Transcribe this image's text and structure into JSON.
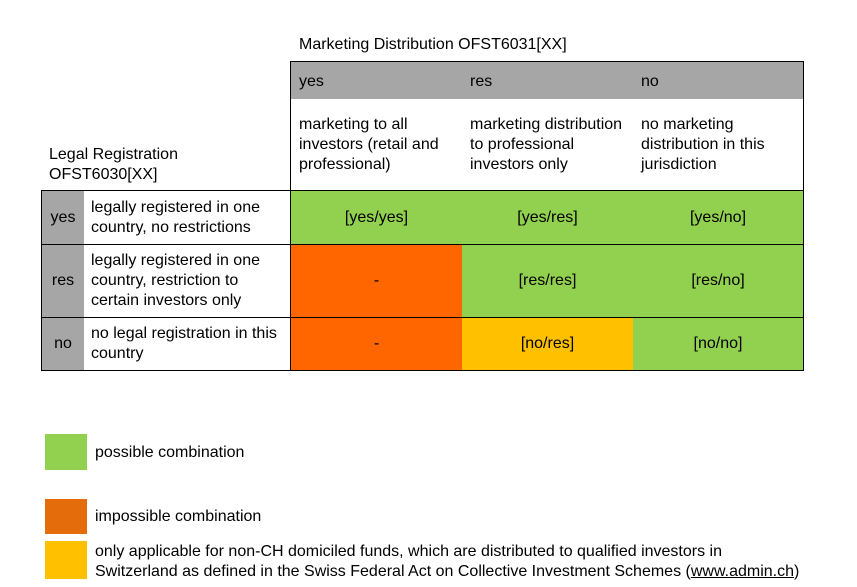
{
  "colors": {
    "header_gray": "#a6a6a6",
    "possible": "#92d050",
    "impossible": "#ff6600",
    "legend_impossible": "#e46c0a",
    "only_applicable": "#ffc000"
  },
  "marketing": {
    "title": "Marketing Distribution OFST6031[XX]",
    "columns": [
      {
        "code": "yes",
        "description": "marketing to all investors (retail and professional)"
      },
      {
        "code": "res",
        "description": "marketing distribution to professional investors only"
      },
      {
        "code": "no",
        "description": "no marketing distribution in this jurisdiction"
      }
    ]
  },
  "legal": {
    "title": "Legal Registration OFST6030[XX]",
    "rows": [
      {
        "code": "yes",
        "description": "legally registered in one country, no restrictions"
      },
      {
        "code": "res",
        "description": "legally registered in one country, restriction to certain investors only"
      },
      {
        "code": "no",
        "description": "no legal registration in this country"
      }
    ]
  },
  "matrix": [
    [
      {
        "value": "[yes/yes]",
        "status": "possible"
      },
      {
        "value": "[yes/res]",
        "status": "possible"
      },
      {
        "value": "[yes/no]",
        "status": "possible"
      }
    ],
    [
      {
        "value": "-",
        "status": "impossible"
      },
      {
        "value": "[res/res]",
        "status": "possible"
      },
      {
        "value": "[res/no]",
        "status": "possible"
      }
    ],
    [
      {
        "value": "-",
        "status": "impossible"
      },
      {
        "value": "[no/res]",
        "status": "only_applicable"
      },
      {
        "value": "[no/no]",
        "status": "possible"
      }
    ]
  ],
  "legend": {
    "possible": "possible combination",
    "impossible": "impossible combination",
    "only_applicable_line1": "only applicable for non-CH domiciled funds, which are distributed to qualified investors in",
    "only_applicable_line2_prefix": "Switzerland as defined in the Swiss Federal Act on Collective Investment Schemes (",
    "only_applicable_link": "www.admin.ch",
    "only_applicable_line2_suffix": ")"
  }
}
